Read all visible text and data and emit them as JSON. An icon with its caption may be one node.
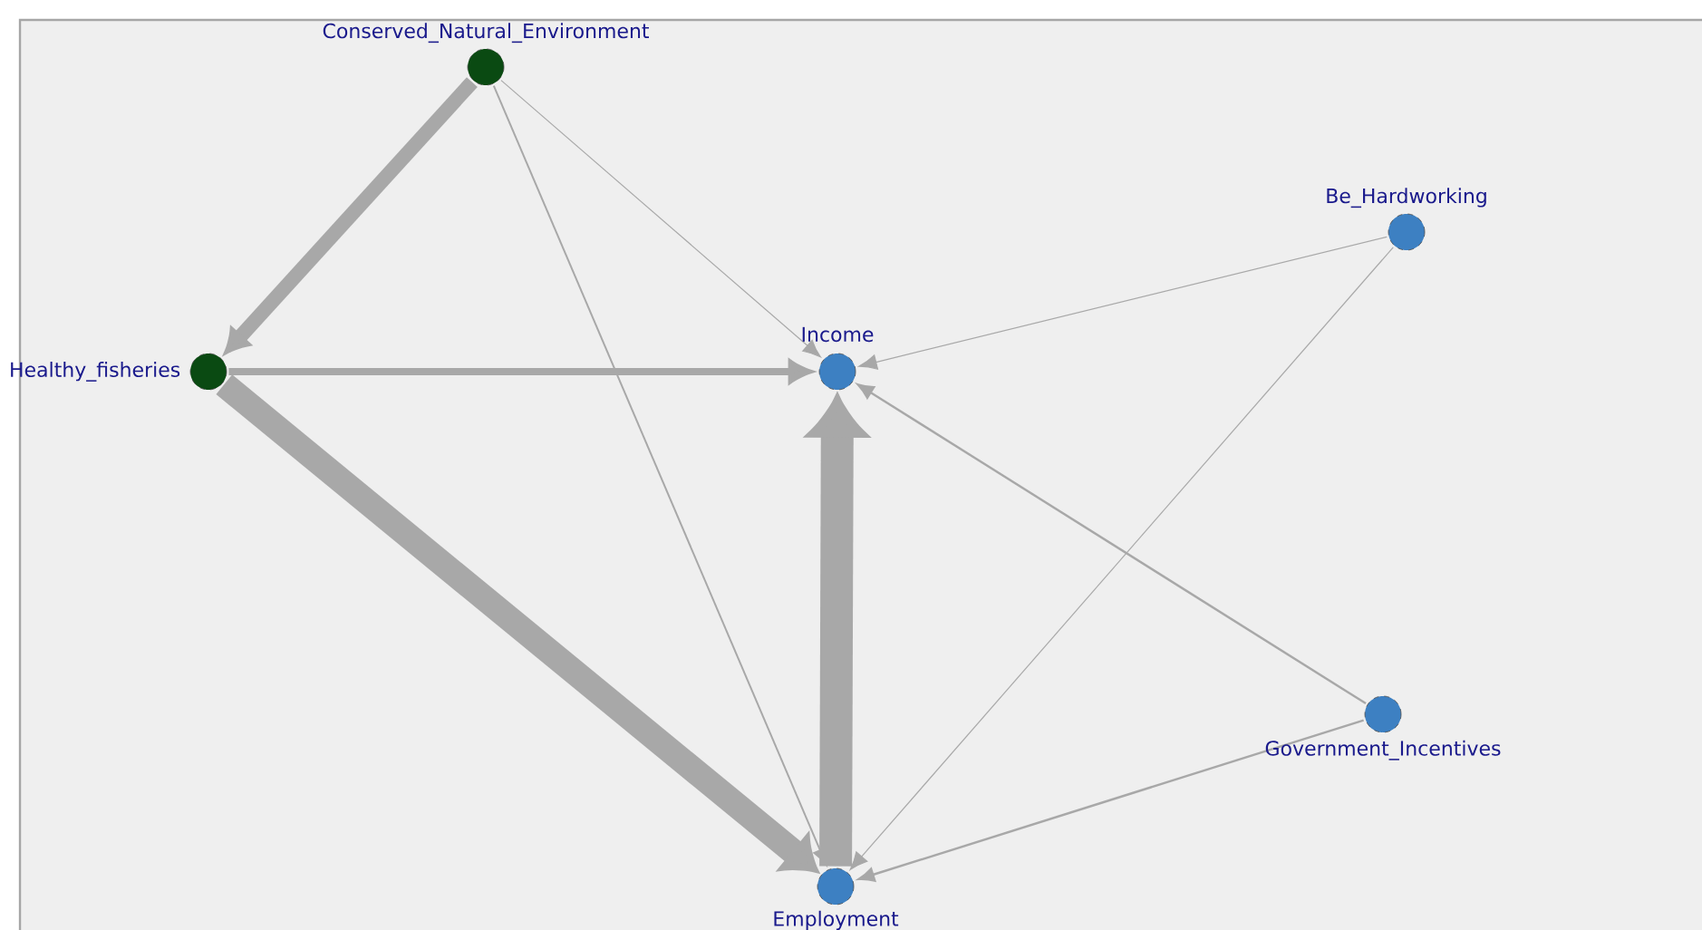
{
  "diagram": {
    "nodes": [
      {
        "text": [
          "Conserved_Natural_Environment"
        ]
      },
      {
        "text": [
          "Be_Hardworking"
        ]
      },
      {
        "text": [
          "Healthy_fisheries"
        ]
      },
      {
        "text": [
          "Income"
        ]
      },
      {
        "text": [
          "Government_Incentives"
        ]
      },
      {
        "text": [
          "Employment"
        ]
      }
    ],
    "edges": [
      {
        "from": 0,
        "to": 2,
        "arrow": "to",
        "style": "thick"
      },
      {
        "from": 0,
        "to": 3,
        "arrow": "to"
      },
      {
        "from": 0,
        "to": 5,
        "arrow": "to"
      },
      {
        "from": 2,
        "to": 3,
        "arrow": "to",
        "style": "thick"
      },
      {
        "from": 2,
        "to": 5,
        "arrow": "to",
        "style": "thick"
      },
      {
        "from": 5,
        "to": 3,
        "arrow": "to",
        "style": "thick"
      },
      {
        "from": 1,
        "to": 3,
        "arrow": "to"
      },
      {
        "from": 1,
        "to": 5,
        "arrow": "to"
      },
      {
        "from": 4,
        "to": 3,
        "arrow": "to"
      },
      {
        "from": 4,
        "to": 5,
        "arrow": "to"
      }
    ]
  }
}
